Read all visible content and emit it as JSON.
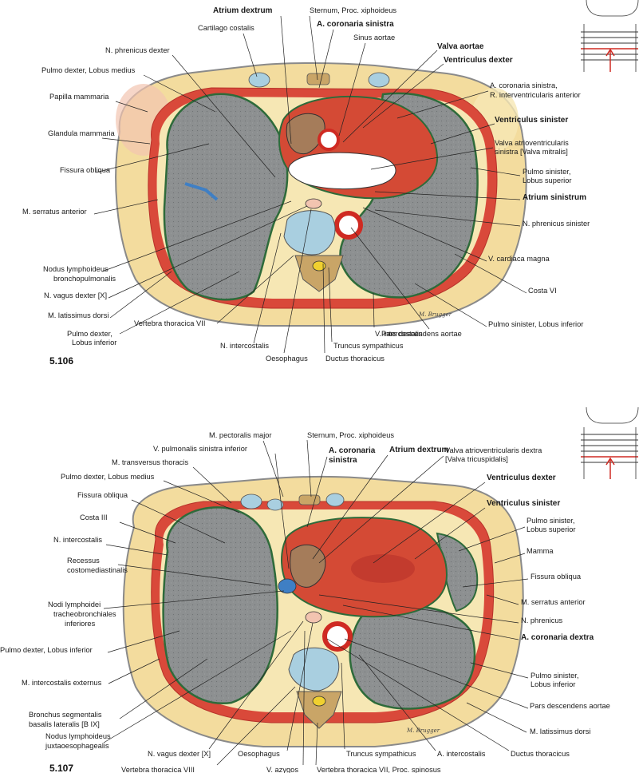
{
  "colors": {
    "skin": "#f3dc9e",
    "skin_edge": "#8a8a8a",
    "fat": "#f6e7b4",
    "muscle": "#d9493a",
    "muscle_dark": "#b8322a",
    "lung": "#8d9091",
    "lung_edge": "#2e6b3a",
    "heart_muscle": "#d44a35",
    "vessel_red": "#cf2a22",
    "vessel_blue": "#3f7fc4",
    "cartilage": "#a9cfe0",
    "bone": "#c9a567",
    "bone_light": "#e8d6a8",
    "pale_pink": "#f2c4b0",
    "black": "#111111"
  },
  "figures": [
    {
      "number": "5.106",
      "signature": "M. Brugger",
      "labels": [
        {
          "text": "Atrium dextrum",
          "bold": true
        },
        {
          "text": "Sternum, Proc. xiphoideus",
          "bold": false
        },
        {
          "text": "Cartilago costalis",
          "bold": false
        },
        {
          "text": "A. coronaria sinistra",
          "bold": true
        },
        {
          "text": "Sinus aortae",
          "bold": false
        },
        {
          "text": "Valva aortae",
          "bold": true
        },
        {
          "text": "N. phrenicus dexter",
          "bold": false
        },
        {
          "text": "Ventriculus dexter",
          "bold": true
        },
        {
          "text": "Pulmo dexter, Lobus medius",
          "bold": false
        },
        {
          "text": "A. coronaria sinistra,",
          "bold": false
        },
        {
          "text": "R. interventricularis anterior",
          "bold": false
        },
        {
          "text": "Papilla mammaria",
          "bold": false
        },
        {
          "text": "Ventriculus sinister",
          "bold": true
        },
        {
          "text": "Glandula mammaria",
          "bold": false
        },
        {
          "text": "Valva atrioventricularis",
          "bold": false
        },
        {
          "text": "sinistra [Valva mitralis]",
          "bold": false
        },
        {
          "text": "Fissura obliqua",
          "bold": false
        },
        {
          "text": "Pulmo sinister,",
          "bold": false
        },
        {
          "text": "Lobus superior",
          "bold": false
        },
        {
          "text": "Atrium sinistrum",
          "bold": true
        },
        {
          "text": "M. serratus anterior",
          "bold": false
        },
        {
          "text": "N. phrenicus sinister",
          "bold": false
        },
        {
          "text": "Nodus lymphoideus",
          "bold": false
        },
        {
          "text": "bronchopulmonalis",
          "bold": false
        },
        {
          "text": "V. cardiaca magna",
          "bold": false
        },
        {
          "text": "N. vagus dexter [X]",
          "bold": false
        },
        {
          "text": "Costa VI",
          "bold": false
        },
        {
          "text": "M. latissimus dorsi",
          "bold": false
        },
        {
          "text": "Pulmo sinister, Lobus inferior",
          "bold": false
        },
        {
          "text": "Pulmo dexter,",
          "bold": false
        },
        {
          "text": "Lobus inferior",
          "bold": false
        },
        {
          "text": "Vertebra thoracica VII",
          "bold": false
        },
        {
          "text": "V. intercostalis",
          "bold": false
        },
        {
          "text": "Pars descendens aortae",
          "bold": false
        },
        {
          "text": "N. intercostalis",
          "bold": false
        },
        {
          "text": "Truncus sympathicus",
          "bold": false
        },
        {
          "text": "Oesophagus",
          "bold": false
        },
        {
          "text": "Ductus thoracicus",
          "bold": false
        }
      ]
    },
    {
      "number": "5.107",
      "signature": "M. Brugger",
      "labels": [
        {
          "text": "M. pectoralis major",
          "bold": false
        },
        {
          "text": "Sternum, Proc. xiphoideus",
          "bold": false
        },
        {
          "text": "V. pulmonalis sinistra inferior",
          "bold": false
        },
        {
          "text": "A. coronaria",
          "bold": true
        },
        {
          "text": "sinistra",
          "bold": true
        },
        {
          "text": "Atrium dextrum",
          "bold": true
        },
        {
          "text": "Valva atrioventricularis dextra",
          "bold": false
        },
        {
          "text": "[Valva tricuspidalis]",
          "bold": false
        },
        {
          "text": "M. transversus thoracis",
          "bold": false
        },
        {
          "text": "Pulmo dexter, Lobus medius",
          "bold": false
        },
        {
          "text": "Ventriculus dexter",
          "bold": true
        },
        {
          "text": "Fissura obliqua",
          "bold": false
        },
        {
          "text": "Ventriculus sinister",
          "bold": true
        },
        {
          "text": "Costa III",
          "bold": false
        },
        {
          "text": "Pulmo sinister,",
          "bold": false
        },
        {
          "text": "Lobus superior",
          "bold": false
        },
        {
          "text": "N. intercostalis",
          "bold": false
        },
        {
          "text": "Mamma",
          "bold": false
        },
        {
          "text": "Recessus",
          "bold": false
        },
        {
          "text": "costomediastinalis",
          "bold": false
        },
        {
          "text": "Fissura obliqua",
          "bold": false
        },
        {
          "text": "Nodi lymphoidei",
          "bold": false
        },
        {
          "text": "tracheobronchiales",
          "bold": false
        },
        {
          "text": "inferiores",
          "bold": false
        },
        {
          "text": "M. serratus anterior",
          "bold": false
        },
        {
          "text": "N. phrenicus",
          "bold": false
        },
        {
          "text": "A. coronaria dextra",
          "bold": true
        },
        {
          "text": "Pulmo dexter, Lobus inferior",
          "bold": false
        },
        {
          "text": "M. intercostalis externus",
          "bold": false
        },
        {
          "text": "Pulmo sinister,",
          "bold": false
        },
        {
          "text": "Lobus inferior",
          "bold": false
        },
        {
          "text": "Bronchus segmentalis",
          "bold": false
        },
        {
          "text": "basalis lateralis [B IX]",
          "bold": false
        },
        {
          "text": "Pars descendens aortae",
          "bold": false
        },
        {
          "text": "Nodus lymphoideus",
          "bold": false
        },
        {
          "text": "juxtaoesophagealis",
          "bold": false
        },
        {
          "text": "M. latissimus dorsi",
          "bold": false
        },
        {
          "text": "N. vagus dexter [X]",
          "bold": false
        },
        {
          "text": "Oesophagus",
          "bold": false
        },
        {
          "text": "Truncus sympathicus",
          "bold": false
        },
        {
          "text": "A. intercostalis",
          "bold": false
        },
        {
          "text": "Ductus thoracicus",
          "bold": false
        },
        {
          "text": "Vertebra thoracica VIII",
          "bold": false
        },
        {
          "text": "V. azygos",
          "bold": false
        },
        {
          "text": "Vertebra thoracica VII, Proc. spinosus",
          "bold": false
        }
      ]
    }
  ]
}
